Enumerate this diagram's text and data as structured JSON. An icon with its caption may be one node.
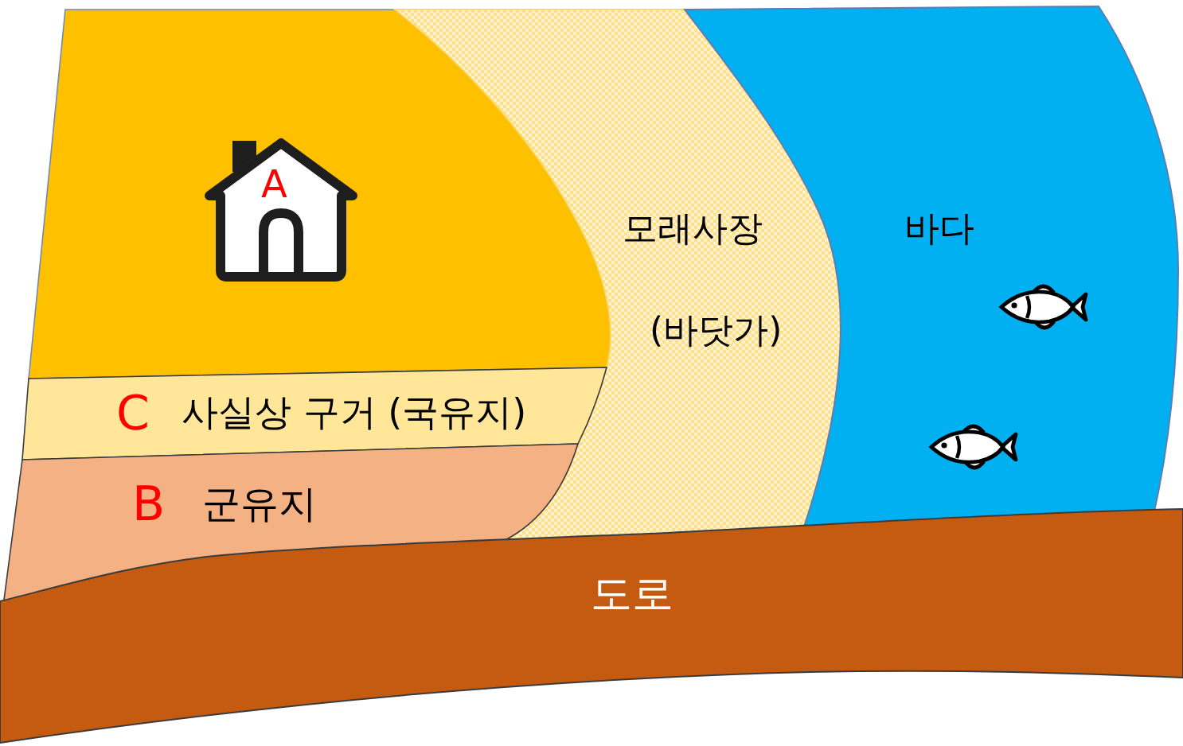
{
  "diagram": {
    "nodes": [
      {
        "text": [],
        "shape": "area"
      },
      {
        "text": [
          "A"
        ],
        "in": 0
      },
      {
        "text": [
          "모래사장",
          "(바닷가)"
        ]
      },
      {
        "text": [
          "바다"
        ]
      },
      {
        "text": [
          "C",
          "사실상 구거 (국유지)"
        ]
      },
      {
        "text": [
          "B",
          "군유지"
        ]
      },
      {
        "text": [
          "도로"
        ]
      }
    ],
    "edges": []
  }
}
